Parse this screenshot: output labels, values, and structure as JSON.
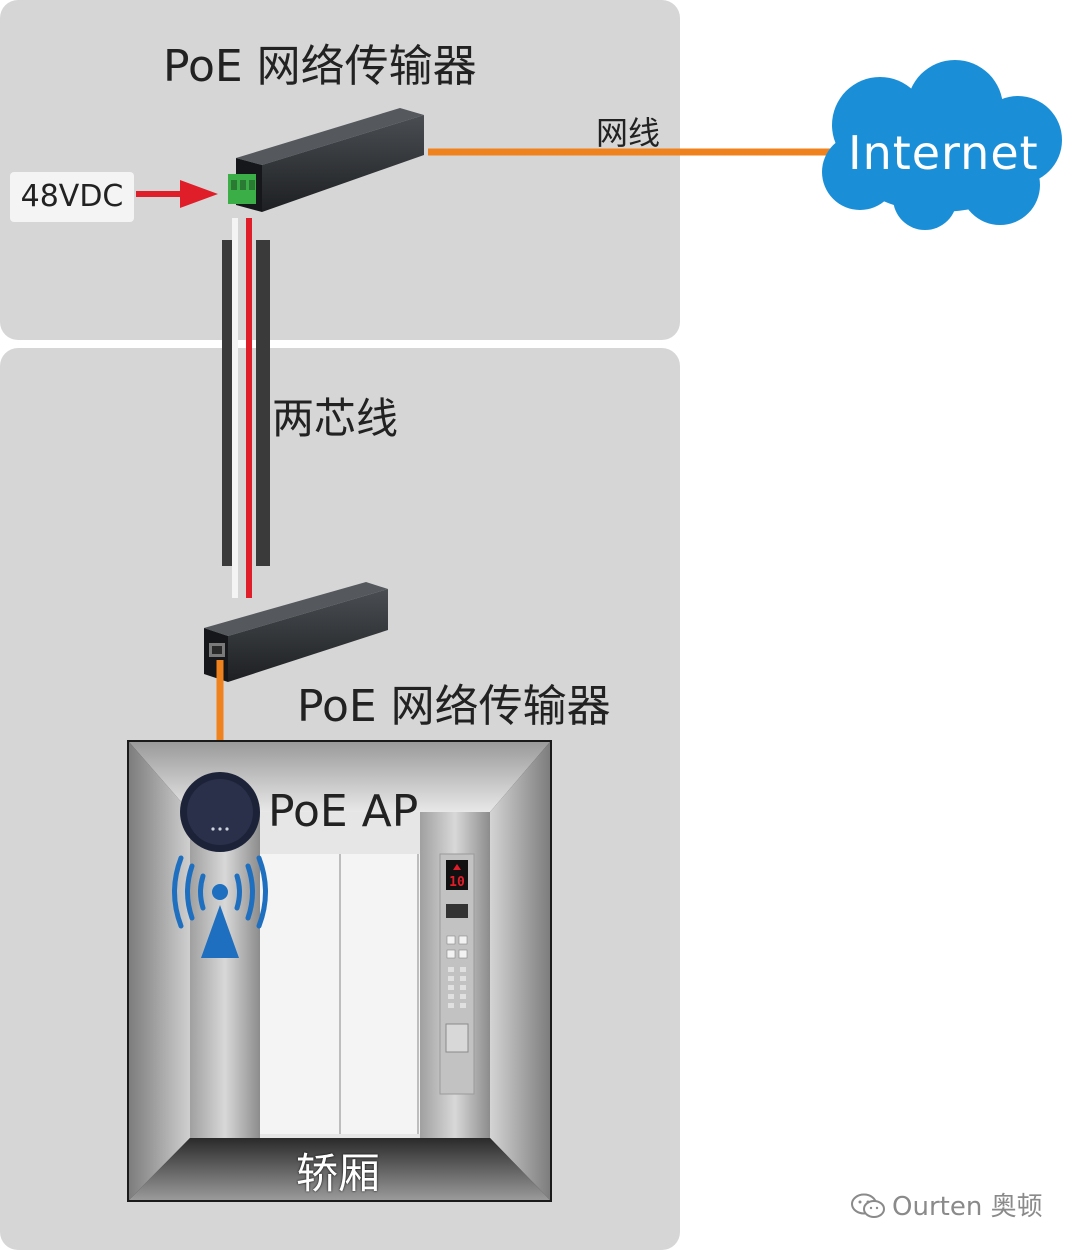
{
  "title_top": "PoE 网络传输器",
  "title_bottom": "PoE 网络传输器",
  "power_label": "48VDC",
  "cable_label": "网线",
  "internet_label": "Internet",
  "two_core_label": "两芯线",
  "ap_label": "PoE AP",
  "car_label": "轿厢",
  "elevator_floor_display": "10",
  "watermark": "Ourten 奥顿",
  "colors": {
    "panel": "#d6d6d6",
    "network_cable": "#f0821e",
    "power_arrow": "#e01e2a",
    "cloud": "#1a8fd8",
    "device_body": "#2a2d30",
    "terminal": "#3cae48",
    "wifi": "#1e6fbf"
  }
}
